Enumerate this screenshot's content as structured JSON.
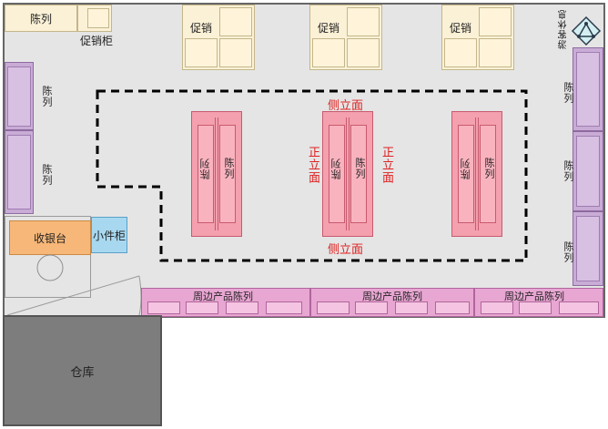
{
  "labels": {
    "display_top_left": "陈列",
    "promo_cabinet": "促销柜",
    "promo": "促销",
    "left_display": "陈列",
    "right_display": "陈列",
    "cashier": "收银台",
    "small_cabinet": "小件柜",
    "warehouse": "仓库",
    "lounge": "游客休息",
    "peripheral": "周边产品陈列",
    "side_face": "侧立面",
    "front_face": "正立面",
    "island_left": "陈列",
    "island_right": "陈列"
  }
}
